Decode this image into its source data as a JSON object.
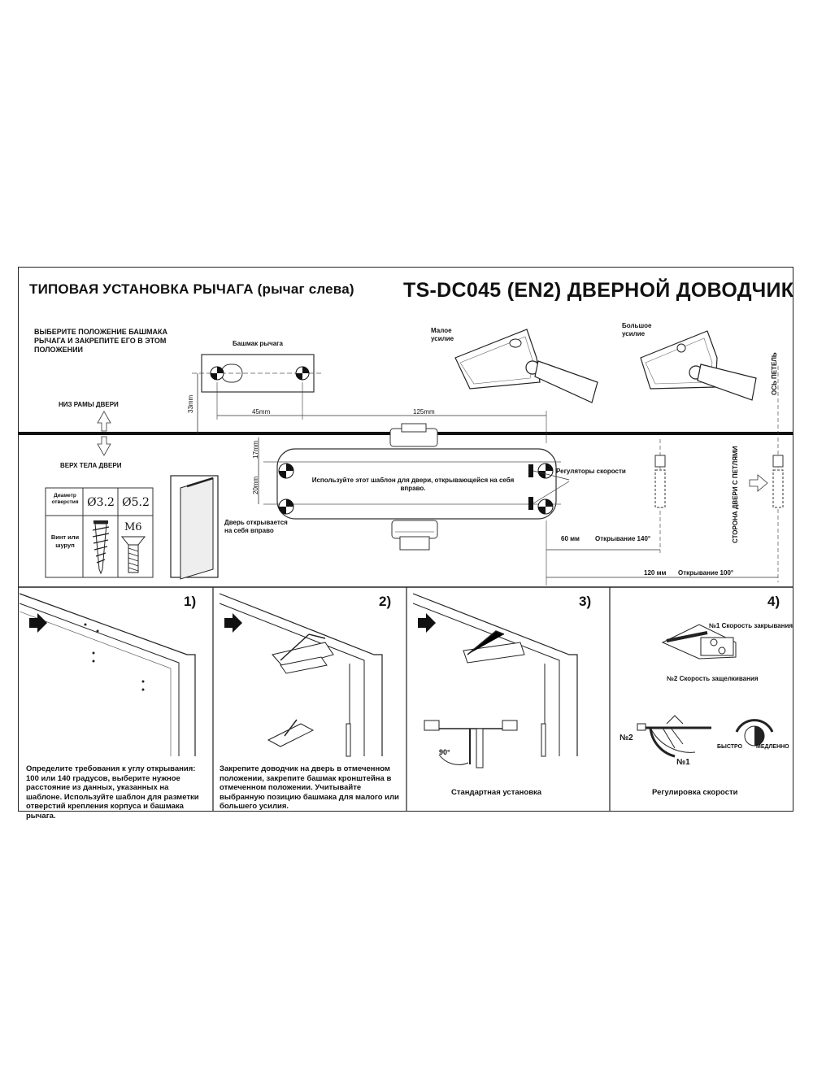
{
  "header": {
    "left_title": "ТИПОВАЯ УСТАНОВКА РЫЧАГА (рычаг слева)",
    "right_title": "TS-DC045 (EN2) ДВЕРНОЙ ДОВОДЧИК"
  },
  "template": {
    "instruction": "ВЫБЕРИТЕ ПОЛОЖЕНИЕ БАШМАКА РЫЧАГА И ЗАКРЕПИТЕ ЕГО В ЭТОМ ПОЛОЖЕНИИ",
    "shoe_label": "Башмак рычага",
    "frame_bottom": "НИЗ РАМЫ ДВЕРИ",
    "door_top": "ВЕРХ ТЕЛА ДВЕРИ",
    "dim_33": "33mm",
    "dim_45": "45mm",
    "dim_125": "125mm",
    "dim_17": "17mm",
    "dim_20": "20mm",
    "small_force": "Малое усилие",
    "large_force": "Большое усилие",
    "hinge_axis": "ОСЬ ПЕТЕЛЬ",
    "hinge_side": "СТОРОНА ДВЕРИ С ПЕТЛЯМИ",
    "body_note": "Используйте этот шаблон для двери, открывающейся на себя вправо.",
    "speed_regulators": "Регуляторы скорости",
    "dim_60": "60 мм",
    "open_140": "Открывание 140°",
    "dim_120": "120 мм",
    "open_100": "Открывание 100°",
    "door_note": "Дверь открывается на себя вправо"
  },
  "screw_table": {
    "header_label": "Диаметр отверстия",
    "d1": "Ø3.2",
    "d2": "Ø5.2",
    "row_label": "Винт или шуруп",
    "bolt": "M6"
  },
  "steps": [
    {
      "num": "1)",
      "text": "Определите требования к углу открывания: 100 или 140 градусов, выберите нужное расстояние из данных, указанных на шаблоне. Используйте шаблон для разметки отверстий крепления корпуса и башмака рычага."
    },
    {
      "num": "2)",
      "text": "Закрепите доводчик на дверь в отмеченном положении, закрепите башмак кронштейна в отмеченном положении. Учитывайте выбранную позицию башмака для малого или большего усилия."
    },
    {
      "num": "3)",
      "text": "Стандартная установка",
      "angle": "90°"
    },
    {
      "num": "4)",
      "text": "Регулировка скорости",
      "closing_speed": "№1 Скорость закрывания",
      "latch_speed": "№2 Скорость защелкивания",
      "n2": "№2",
      "n1": "№1",
      "fast": "БЫСТРО",
      "slow": "МЕДЛЕННО"
    }
  ]
}
